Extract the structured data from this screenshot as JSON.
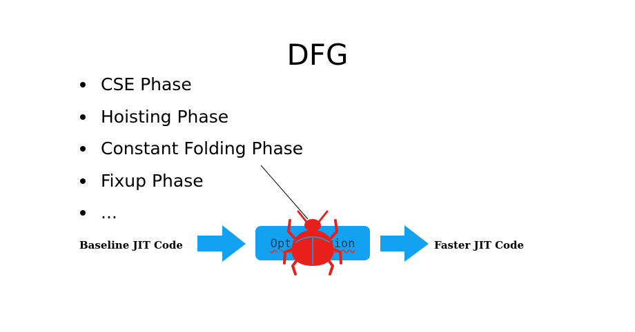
{
  "slide": {
    "title": "DFG",
    "bullets": [
      {
        "label": "CSE Phase"
      },
      {
        "label": "Hoisting Phase"
      },
      {
        "label": "Constant Folding Phase"
      },
      {
        "label": "Fixup Phase"
      },
      {
        "label": "..."
      }
    ]
  },
  "flow": {
    "input_label": "Baseline JIT Code",
    "stage_label": "Optimization",
    "output_label": "Faster JIT Code"
  },
  "icons": {
    "arrow": "right-arrow-icon",
    "bug": "bug-icon"
  },
  "colors": {
    "arrow": "#13a2f2",
    "stage_box": "#13a2f2",
    "bug": "#e8201b"
  }
}
